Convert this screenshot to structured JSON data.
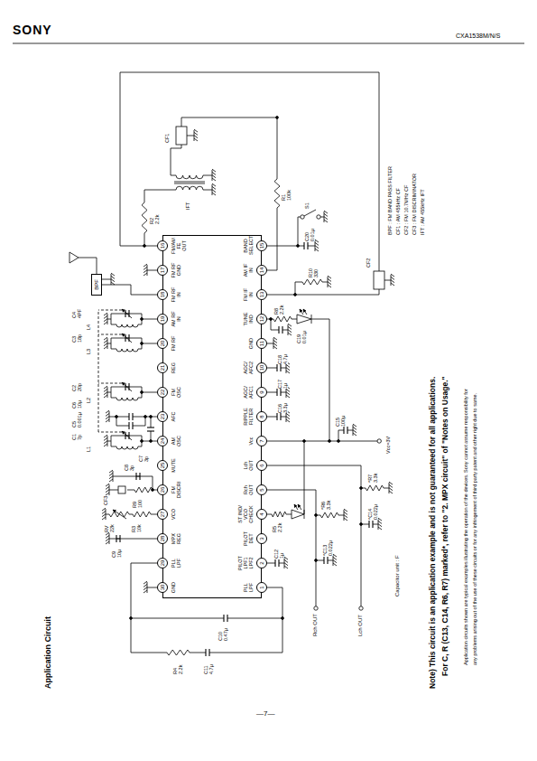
{
  "diagram": {
    "nodes": [
      {
        "text": [
          "PLL LPF",
          "PILOT LPF1 LPF2",
          "PILOT DET",
          "ST IND/ VCO CHECK",
          "Rch OUT",
          "Lch OUT",
          "Vcc",
          "RIPPLE FILTER",
          "AGC/ AFC1",
          "AGC/ AFC2",
          "GND",
          "TUNE IND",
          "FM IF IN",
          "AM IF IN",
          "BAND SELECT",
          "FM/AM FE OUT",
          "FM RF GND",
          "FM RF IN",
          "AM RF IN",
          "FM RF",
          "REG",
          "FM OSC",
          "AFC",
          "AM OSC",
          "MUTE",
          "FM DISCRI",
          "VCO",
          "MPX REG",
          "PLL LPF",
          "GND"
        ]
      },
      {
        "text": [
          "1"
        ],
        "in": 0
      },
      {
        "text": [
          "2"
        ],
        "in": 0
      },
      {
        "text": [
          "3"
        ],
        "in": 0
      },
      {
        "text": [
          "4"
        ],
        "in": 0
      },
      {
        "text": [
          "5"
        ],
        "in": 0
      },
      {
        "text": [
          "6"
        ],
        "in": 0
      },
      {
        "text": [
          "7"
        ],
        "in": 0
      },
      {
        "text": [
          "8"
        ],
        "in": 0
      },
      {
        "text": [
          "9"
        ],
        "in": 0
      },
      {
        "text": [
          "10"
        ],
        "in": 0
      },
      {
        "text": [
          "11"
        ],
        "in": 0
      },
      {
        "text": [
          "12"
        ],
        "in": 0
      },
      {
        "text": [
          "13"
        ],
        "in": 0
      },
      {
        "text": [
          "14"
        ],
        "in": 0
      },
      {
        "text": [
          "15"
        ],
        "in": 0
      },
      {
        "text": [
          "16"
        ],
        "in": 0
      },
      {
        "text": [
          "17"
        ],
        "in": 0
      },
      {
        "text": [
          "18"
        ],
        "in": 0
      },
      {
        "text": [
          "19"
        ],
        "in": 0
      },
      {
        "text": [
          "20"
        ],
        "in": 0
      },
      {
        "text": [
          "21"
        ],
        "in": 0
      },
      {
        "text": [
          "22"
        ],
        "in": 0
      },
      {
        "text": [
          "23"
        ],
        "in": 0
      },
      {
        "text": [
          "24"
        ],
        "in": 0
      },
      {
        "text": [
          "25"
        ],
        "in": 0
      },
      {
        "text": [
          "26"
        ],
        "in": 0
      },
      {
        "text": [
          "27"
        ],
        "in": 0
      },
      {
        "text": [
          "28"
        ],
        "in": 0
      },
      {
        "text": [
          "29"
        ],
        "in": 0
      },
      {
        "text": [
          "30"
        ],
        "in": 0
      },
      {
        "text": [
          "BPF"
        ]
      }
    ],
    "edges": [
      {
        "from": 31,
        "to": 18,
        "arrow": "none"
      }
    ],
    "labels": [
      "SONY",
      "CXA1538M/N/S",
      "Application Circuit",
      "C9 10μ",
      "RV 22k",
      "R3 10k",
      "CF3",
      "R9 100",
      "C8 3p",
      "C7 3p",
      "C1 7p",
      "L1",
      "C5 0.001μ",
      "C6 10μ",
      "L2",
      "C2 20p",
      "C3 18p",
      "L3",
      "C4 4PF",
      "L4",
      "R2 2.2k",
      "IFT",
      "CF1",
      "R1 100k",
      "S1",
      "C20 0.01μ",
      "CF2",
      "R10 330",
      "C19 0.01μ",
      "R8 2.2k",
      "C18 4.7μ",
      "C17 1μ",
      "C16 3.3μ",
      "C15 100μ",
      "Vcc=3V",
      "*R7 3.3k",
      "*R6 3.3k",
      "*C14 0.022μ",
      "*C13 0.022μ",
      "R5 2.2k",
      "C12 1μ",
      "Rch OUT",
      "Lch OUT",
      "Capacitor unit : F",
      "C10 0.47μ",
      "R4 2.2k",
      "C11 4.7μ",
      "BPF : FM BAND PASS FILTER",
      "CF1 : AM 455kHz CF",
      "CF2 : FM 10.7MHz CF",
      "CF3 : FM DISCRIMINATOR",
      "IFT : AM 455kHz IFT",
      "Note) This circuit is an application example and is not guaranteed for all applications.",
      "For C, R (C13, C14, R6, R7) marked*, refer to \"2. MPX circuit\" of \"Notes on Usage.\"",
      "Application circuits shown are typical examples illustrating the operation of the devices. Sony cannot assume responsibility for",
      "any problems arising out of the use of these circuits or for any infringement of third party patent and other right due to same.",
      "—7—"
    ]
  }
}
